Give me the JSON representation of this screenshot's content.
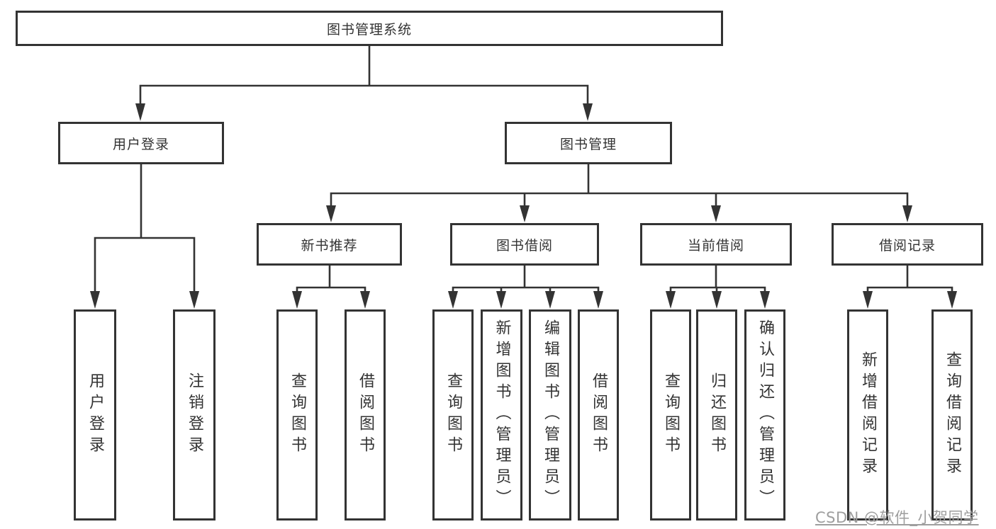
{
  "diagram": {
    "root": {
      "label": "图书管理系统"
    },
    "level2": [
      {
        "label": "用户登录"
      },
      {
        "label": "图书管理"
      }
    ],
    "level3": [
      {
        "label": "新书推荐"
      },
      {
        "label": "图书借阅"
      },
      {
        "label": "当前借阅"
      },
      {
        "label": "借阅记录"
      }
    ],
    "leaves": {
      "user": [
        {
          "label": "用户登录"
        },
        {
          "label": "注销登录"
        }
      ],
      "recommend": [
        {
          "label": "查询图书"
        },
        {
          "label": "借阅图书"
        }
      ],
      "borrow": [
        {
          "label": "查询图书"
        },
        {
          "label": "新增图书（管理员）"
        },
        {
          "label": "编辑图书（管理员）"
        },
        {
          "label": "借阅图书"
        }
      ],
      "current": [
        {
          "label": "查询图书"
        },
        {
          "label": "归还图书"
        },
        {
          "label": "确认归还（管理员）"
        }
      ],
      "records": [
        {
          "label": "新增借阅记录"
        },
        {
          "label": "查询借阅记录"
        }
      ]
    }
  },
  "watermark": {
    "text": "CSDN @软件_小贺同学"
  },
  "colors": {
    "line": "#333333",
    "text": "#333333",
    "watermark": "#9e9e9e",
    "background": "#ffffff"
  }
}
